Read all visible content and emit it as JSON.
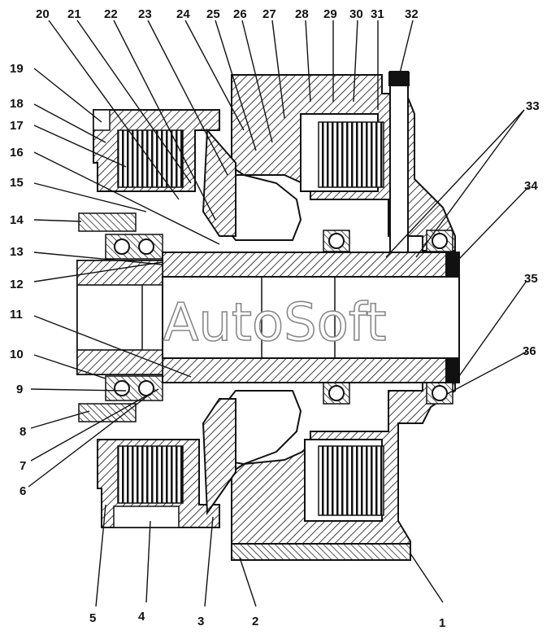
{
  "diagram": {
    "watermark": "AutoSoft",
    "labels": {
      "1": "1",
      "2": "2",
      "3": "3",
      "4": "4",
      "5": "5",
      "6": "6",
      "7": "7",
      "8": "8",
      "9": "9",
      "10": "10",
      "11": "11",
      "12": "12",
      "13": "13",
      "14": "14",
      "15": "15",
      "16": "16",
      "17": "17",
      "18": "18",
      "19": "19",
      "20": "20",
      "21": "21",
      "22": "22",
      "23": "23",
      "24": "24",
      "25": "25",
      "26": "26",
      "27": "27",
      "28": "28",
      "29": "29",
      "30": "30",
      "31": "31",
      "32": "32",
      "33": "33",
      "34": "34",
      "35": "35",
      "36": "36"
    }
  }
}
